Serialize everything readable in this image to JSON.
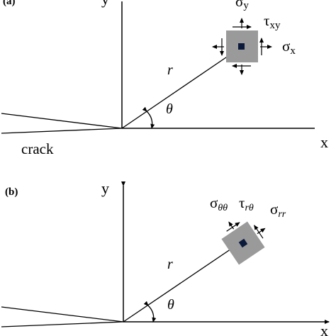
{
  "panels": {
    "a": {
      "label": "(a)",
      "y_axis": "y",
      "x_axis": "x",
      "radius": "r",
      "angle": "θ",
      "crack": "crack",
      "stress_normal_y": "σ",
      "stress_normal_y_sub": "y",
      "stress_shear": "τ",
      "stress_shear_sub": "xy",
      "stress_normal_x": "σ",
      "stress_normal_x_sub": "x"
    },
    "b": {
      "label": "(b)",
      "y_axis": "y",
      "x_axis": "x",
      "radius": "r",
      "angle": "θ",
      "stress_theta": "σ",
      "stress_theta_sub": "θθ",
      "stress_shear": "τ",
      "stress_shear_sub": "rθ",
      "stress_radial": "σ",
      "stress_radial_sub": "rr"
    }
  },
  "colors": {
    "element_fill": "#9a9a9a",
    "point_fill": "#0b1a3a",
    "line": "#000000"
  }
}
